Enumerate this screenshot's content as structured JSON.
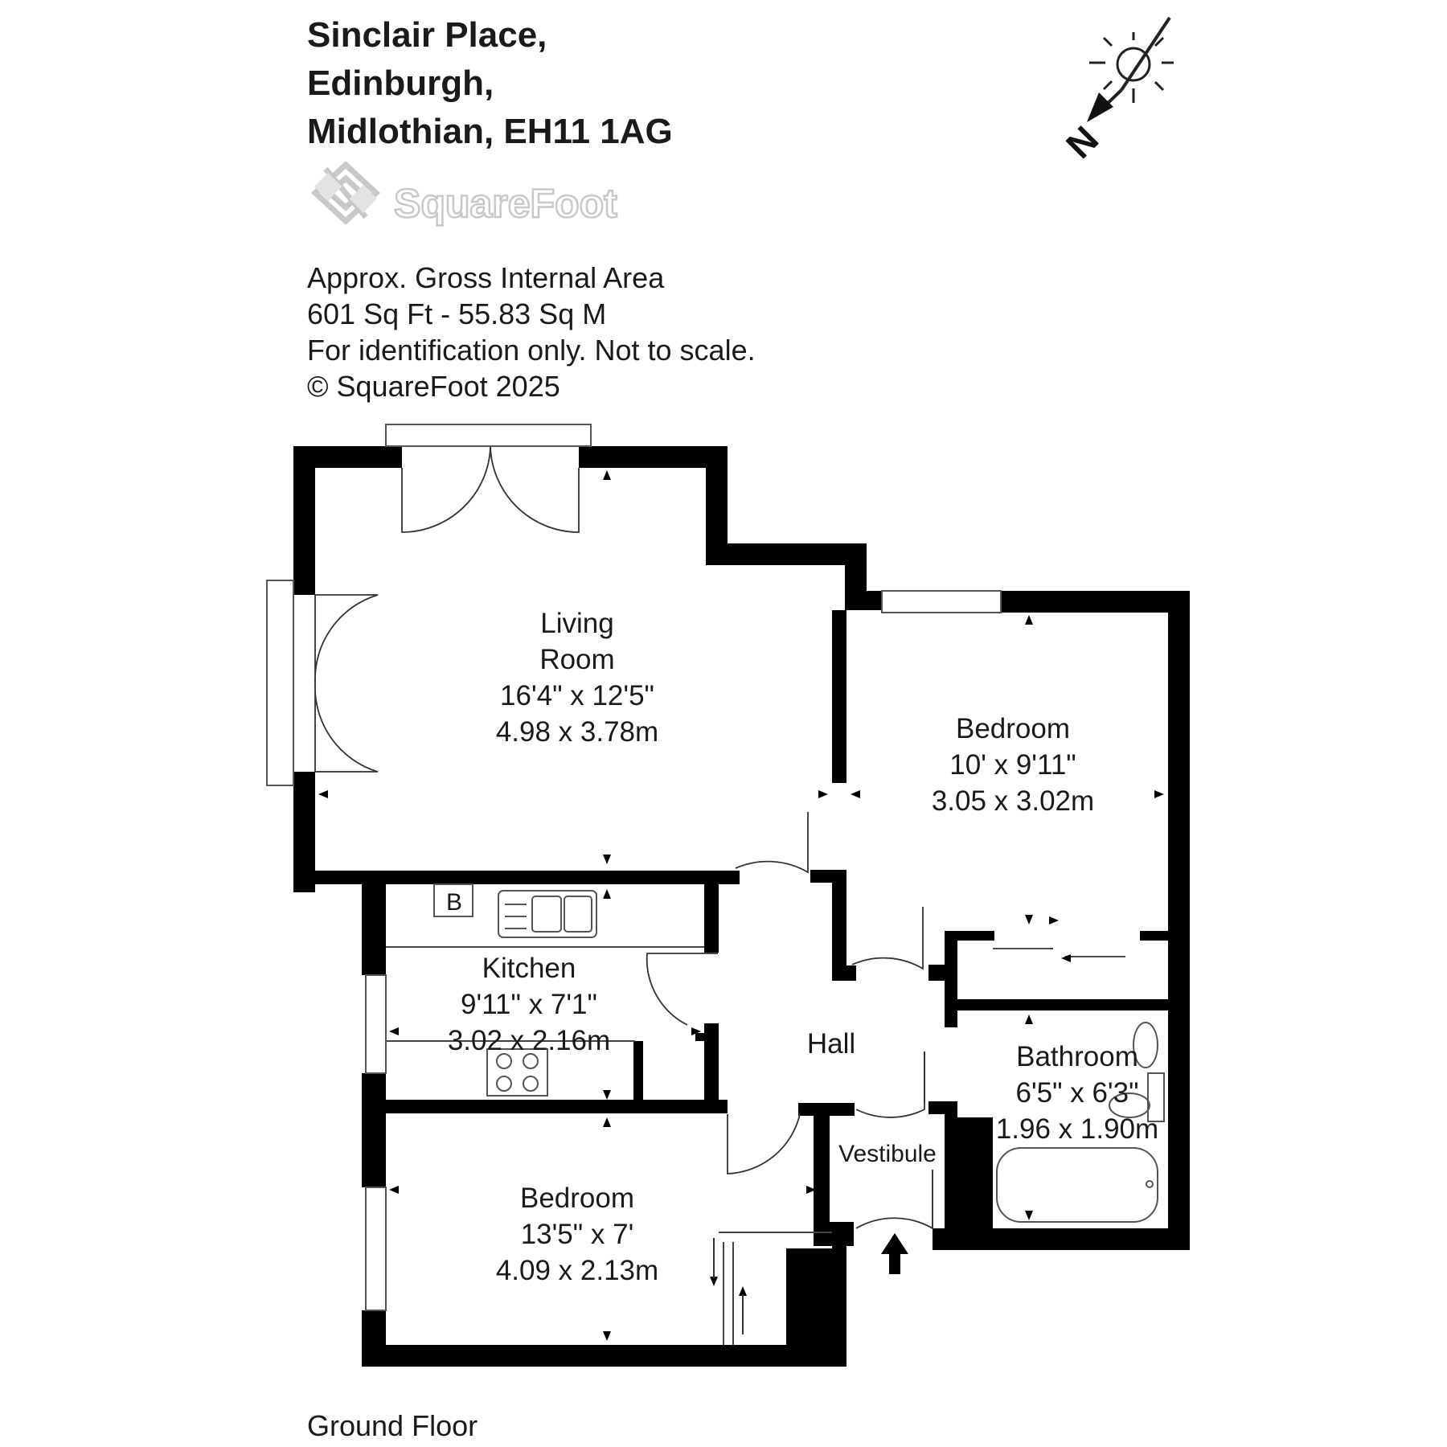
{
  "address": {
    "line1": "Sinclair Place,",
    "line2": "Edinburgh,",
    "line3": "Midlothian, EH11 1AG"
  },
  "brand": {
    "name": "SquareFoot",
    "logo_icon": "squarefoot-diamond-logo-icon"
  },
  "area_info": {
    "line1": "Approx. Gross Internal Area",
    "line2": "601 Sq Ft  -  55.83 Sq M",
    "line3": "For identification only. Not to scale.",
    "line4": "© SquareFoot 2025"
  },
  "compass": {
    "label": "N",
    "icons": [
      "sun-icon",
      "north-arrow-icon"
    ]
  },
  "rooms": {
    "living_room": {
      "name1": "Living",
      "name2": "Room",
      "imperial": "16'4\" x 12'5\"",
      "metric": "4.98 x 3.78m"
    },
    "bedroom_right": {
      "name": "Bedroom",
      "imperial": "10' x 9'11\"",
      "metric": "3.05 x 3.02m"
    },
    "kitchen": {
      "name": "Kitchen",
      "imperial": "9'11\" x 7'1\"",
      "metric": "3.02 x 2.16m",
      "boiler_label": "B"
    },
    "hall": {
      "name": "Hall"
    },
    "bathroom": {
      "name": "Bathroom",
      "imperial": "6'5\" x 6'3\"",
      "metric": "1.96 x 1.90m"
    },
    "vestibule": {
      "name": "Vestibule"
    },
    "bedroom_bottom": {
      "name": "Bedroom",
      "imperial": "13'5\" x 7'",
      "metric": "4.09 x 2.13m"
    }
  },
  "floor_label": "Ground Floor",
  "colors": {
    "walls": "#000000",
    "logo": "#c8c8c8",
    "text": "#1a1a1a"
  }
}
